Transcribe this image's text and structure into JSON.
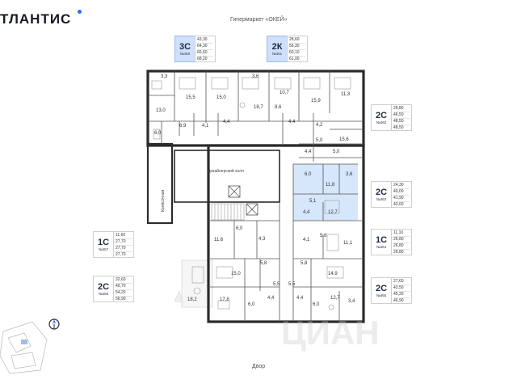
{
  "header": {
    "logo_text": "ТЛАНТИС",
    "top_label": "Гипермаркет «ОКЕЙ»"
  },
  "footer": {
    "bottom_label": "Двор"
  },
  "plan": {
    "corridor_label": "Дизайнерский холл",
    "stroller_label": "Колясочная",
    "rooms": [
      "3,3",
      "13,0",
      "6,0",
      "6,9",
      "15,5",
      "15,0",
      "4,1",
      "4,4",
      "3,6",
      "18,7",
      "8,6",
      "4,4",
      "10,7",
      "15,9",
      "11,3",
      "4,2",
      "5,0",
      "15,6",
      "4,4",
      "5,0",
      "6,0",
      "11,8",
      "3,6",
      "5,1",
      "4,4",
      "12,7",
      "6,0",
      "4,3",
      "11,6",
      "4,1",
      "5,8",
      "11,1",
      "5,8",
      "5,8",
      "15,0",
      "14,9",
      "5,5",
      "5,5",
      "18,2",
      "17,8",
      "6,0",
      "4,4",
      "4,4",
      "6,0",
      "12,7",
      "3,4"
    ]
  },
  "cards": [
    {
      "type": "3С",
      "num": "№460",
      "values": [
        "43,30",
        "64,30",
        "66,60",
        "68,20"
      ],
      "highlight": true
    },
    {
      "type": "2К",
      "num": "№461",
      "values": [
        "28,60",
        "56,30",
        "60,10",
        "61,00"
      ],
      "highlight": true
    },
    {
      "type": "2С",
      "num": "№462",
      "values": [
        "26,80",
        "46,50",
        "48,50",
        "48,50"
      ],
      "highlight": false
    },
    {
      "type": "2С",
      "num": "№463",
      "values": [
        "24,30",
        "40,00",
        "41,90",
        "43,60"
      ],
      "highlight": false
    },
    {
      "type": "1С",
      "num": "№457",
      "values": [
        "11,60",
        "27,70",
        "27,70",
        "27,70"
      ],
      "highlight": false
    },
    {
      "type": "1С",
      "num": "№464",
      "values": [
        "11,10",
        "26,80",
        "26,80",
        "26,80"
      ],
      "highlight": false
    },
    {
      "type": "2С",
      "num": "№456",
      "values": [
        "32,60",
        "49,70",
        "54,20",
        "56,90"
      ],
      "highlight": false
    },
    {
      "type": "2С",
      "num": "№465",
      "values": [
        "27,60",
        "43,50",
        "45,20",
        "46,90"
      ],
      "highlight": false
    }
  ],
  "colors": {
    "accent": "#2f6bff",
    "highlight": "#cfe0fb",
    "wall": "#2b2b2b"
  },
  "icons": {
    "compass": "compass-icon",
    "site": "site-plan-icon"
  }
}
